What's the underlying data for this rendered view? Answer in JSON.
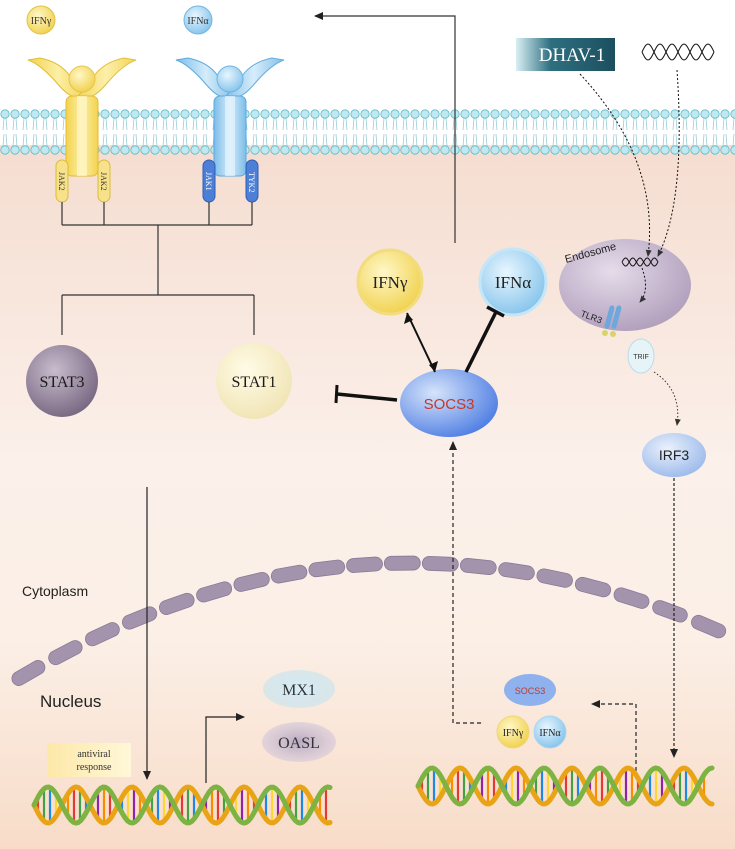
{
  "ligands": {
    "ifng_small": "IFNγ",
    "ifna_small": "IFNα"
  },
  "jak_labels": {
    "left_1": "JAK2",
    "left_2": "JAK2",
    "right_1": "JAK1",
    "right_2": "TYK2"
  },
  "nodes": {
    "stat3": "STAT3",
    "stat1": "STAT1",
    "ifng": "IFNγ",
    "ifna": "IFNα",
    "socs3": "SOCS3",
    "irf3": "IRF3",
    "dhav": "DHAV-1",
    "endosome": "Endosome",
    "tlr3": "TLR3",
    "trif": "TRIF",
    "mx1": "MX1",
    "oasl": "OASL",
    "antiviral_line1": "antiviral",
    "antiviral_line2": "response",
    "socs3_small": "SOCS3",
    "ifng_tiny": "IFNγ",
    "ifna_tiny": "IFNα"
  },
  "compartments": {
    "cytoplasm": "Cytoplasm",
    "nucleus": "Nucleus"
  },
  "colors": {
    "ifng_yellow": "#f5dc6e",
    "ifna_blue": "#9fd0ee",
    "socs3_blue": "#4f86e8",
    "socs3_text": "#c0392b",
    "stat_purple": "#8e7c97",
    "dhav_teal": "#2e6f80",
    "nucleus_purple": "#a393ad",
    "cell_bg": "#f6e5d8"
  }
}
